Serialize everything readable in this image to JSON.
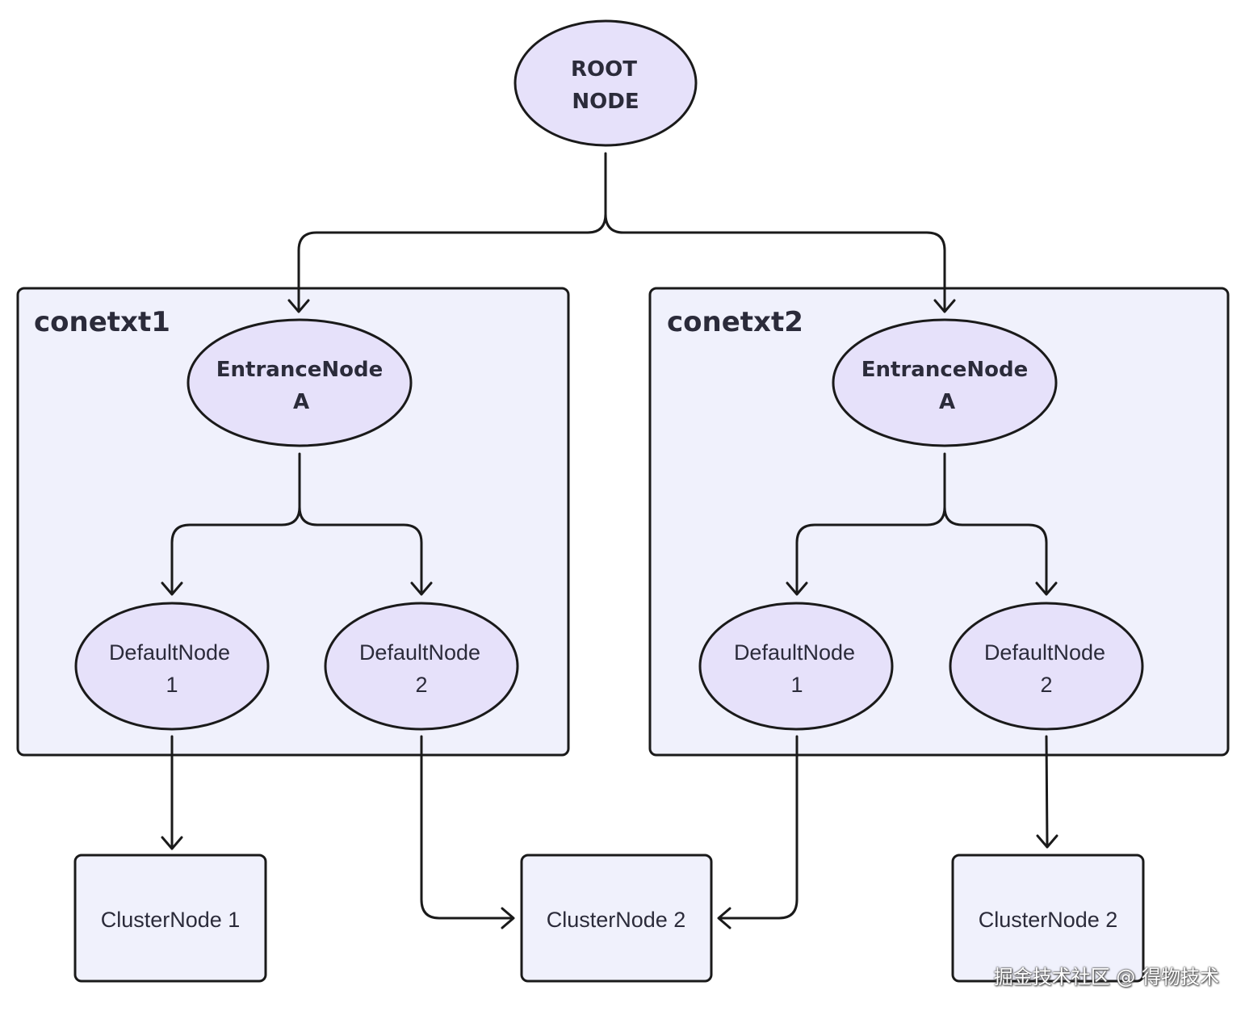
{
  "root": {
    "line1": "ROOT",
    "line2": "NODE"
  },
  "contexts": [
    {
      "label": "conetxt1",
      "entrance": {
        "line1": "EntranceNode",
        "line2": "A"
      },
      "defaults": [
        {
          "line1": "DefaultNode",
          "line2": "1"
        },
        {
          "line1": "DefaultNode",
          "line2": "2"
        }
      ]
    },
    {
      "label": "conetxt2",
      "entrance": {
        "line1": "EntranceNode",
        "line2": "A"
      },
      "defaults": [
        {
          "line1": "DefaultNode",
          "line2": "1"
        },
        {
          "line1": "DefaultNode",
          "line2": "2"
        }
      ]
    }
  ],
  "clusters": [
    {
      "label": "ClusterNode 1"
    },
    {
      "label": "ClusterNode 2"
    },
    {
      "label": "ClusterNode 2"
    }
  ],
  "watermark": "掘金技术社区 @ 得物技术",
  "colors": {
    "ellipse_fill": "#e6e1fa",
    "box_fill": "#f0f1fc",
    "stroke": "#1a1a1a"
  }
}
